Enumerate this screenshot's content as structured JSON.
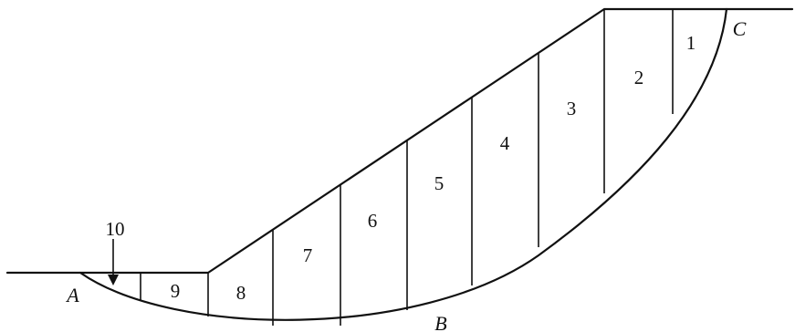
{
  "points": {
    "a": "A",
    "b": "B",
    "c": "C"
  },
  "slices": [
    "1",
    "2",
    "3",
    "4",
    "5",
    "6",
    "7",
    "8",
    "9",
    "10"
  ],
  "colors": {
    "ink": "#111111",
    "background": "#ffffff"
  }
}
